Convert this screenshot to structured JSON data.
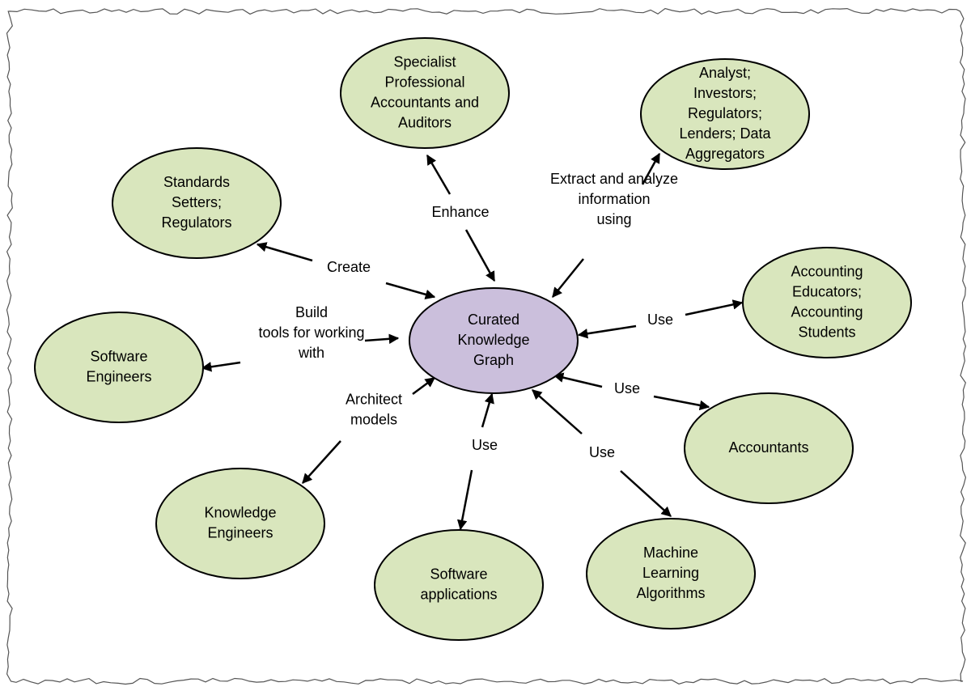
{
  "colors": {
    "node_fill": "#d9e6bd",
    "center_fill": "#cbbfdc",
    "stroke": "#000000",
    "background": "#ffffff"
  },
  "center": {
    "id": "center",
    "lines": [
      "Curated",
      "Knowledge",
      "Graph"
    ]
  },
  "nodes": [
    {
      "id": "specialist",
      "lines": [
        "Specialist",
        "Professional",
        "Accountants and",
        "Auditors"
      ]
    },
    {
      "id": "analysts",
      "lines": [
        "Analyst;",
        "Investors;",
        "Regulators;",
        "Lenders; Data",
        "Aggregators"
      ]
    },
    {
      "id": "standards",
      "lines": [
        "Standards",
        "Setters;",
        "Regulators"
      ]
    },
    {
      "id": "educators",
      "lines": [
        "Accounting",
        "Educators;",
        "Accounting",
        "Students"
      ]
    },
    {
      "id": "software-engineers",
      "lines": [
        "Software",
        "Engineers"
      ]
    },
    {
      "id": "accountants",
      "lines": [
        "Accountants"
      ]
    },
    {
      "id": "knowledge-engineers",
      "lines": [
        "Knowledge",
        "Engineers"
      ]
    },
    {
      "id": "software-apps",
      "lines": [
        "Software",
        "applications"
      ]
    },
    {
      "id": "ml",
      "lines": [
        "Machine",
        "Learning",
        "Algorithms"
      ]
    }
  ],
  "edges": [
    {
      "id": "enhance",
      "target": "specialist",
      "label": [
        "Enhance"
      ]
    },
    {
      "id": "extract",
      "target": "analysts",
      "label": [
        "Extract and analyze",
        "information",
        "using"
      ]
    },
    {
      "id": "create",
      "target": "standards",
      "label": [
        "Create"
      ]
    },
    {
      "id": "use-educators",
      "target": "educators",
      "label": [
        "Use"
      ]
    },
    {
      "id": "build",
      "target": "software-engineers",
      "label": [
        "Build",
        "tools for working",
        "with"
      ]
    },
    {
      "id": "use-accountants",
      "target": "accountants",
      "label": [
        "Use"
      ]
    },
    {
      "id": "architect",
      "target": "knowledge-engineers",
      "label": [
        "Architect",
        "models"
      ]
    },
    {
      "id": "use-apps",
      "target": "software-apps",
      "label": [
        "Use"
      ]
    },
    {
      "id": "use-ml",
      "target": "ml",
      "label": [
        "Use"
      ]
    }
  ]
}
